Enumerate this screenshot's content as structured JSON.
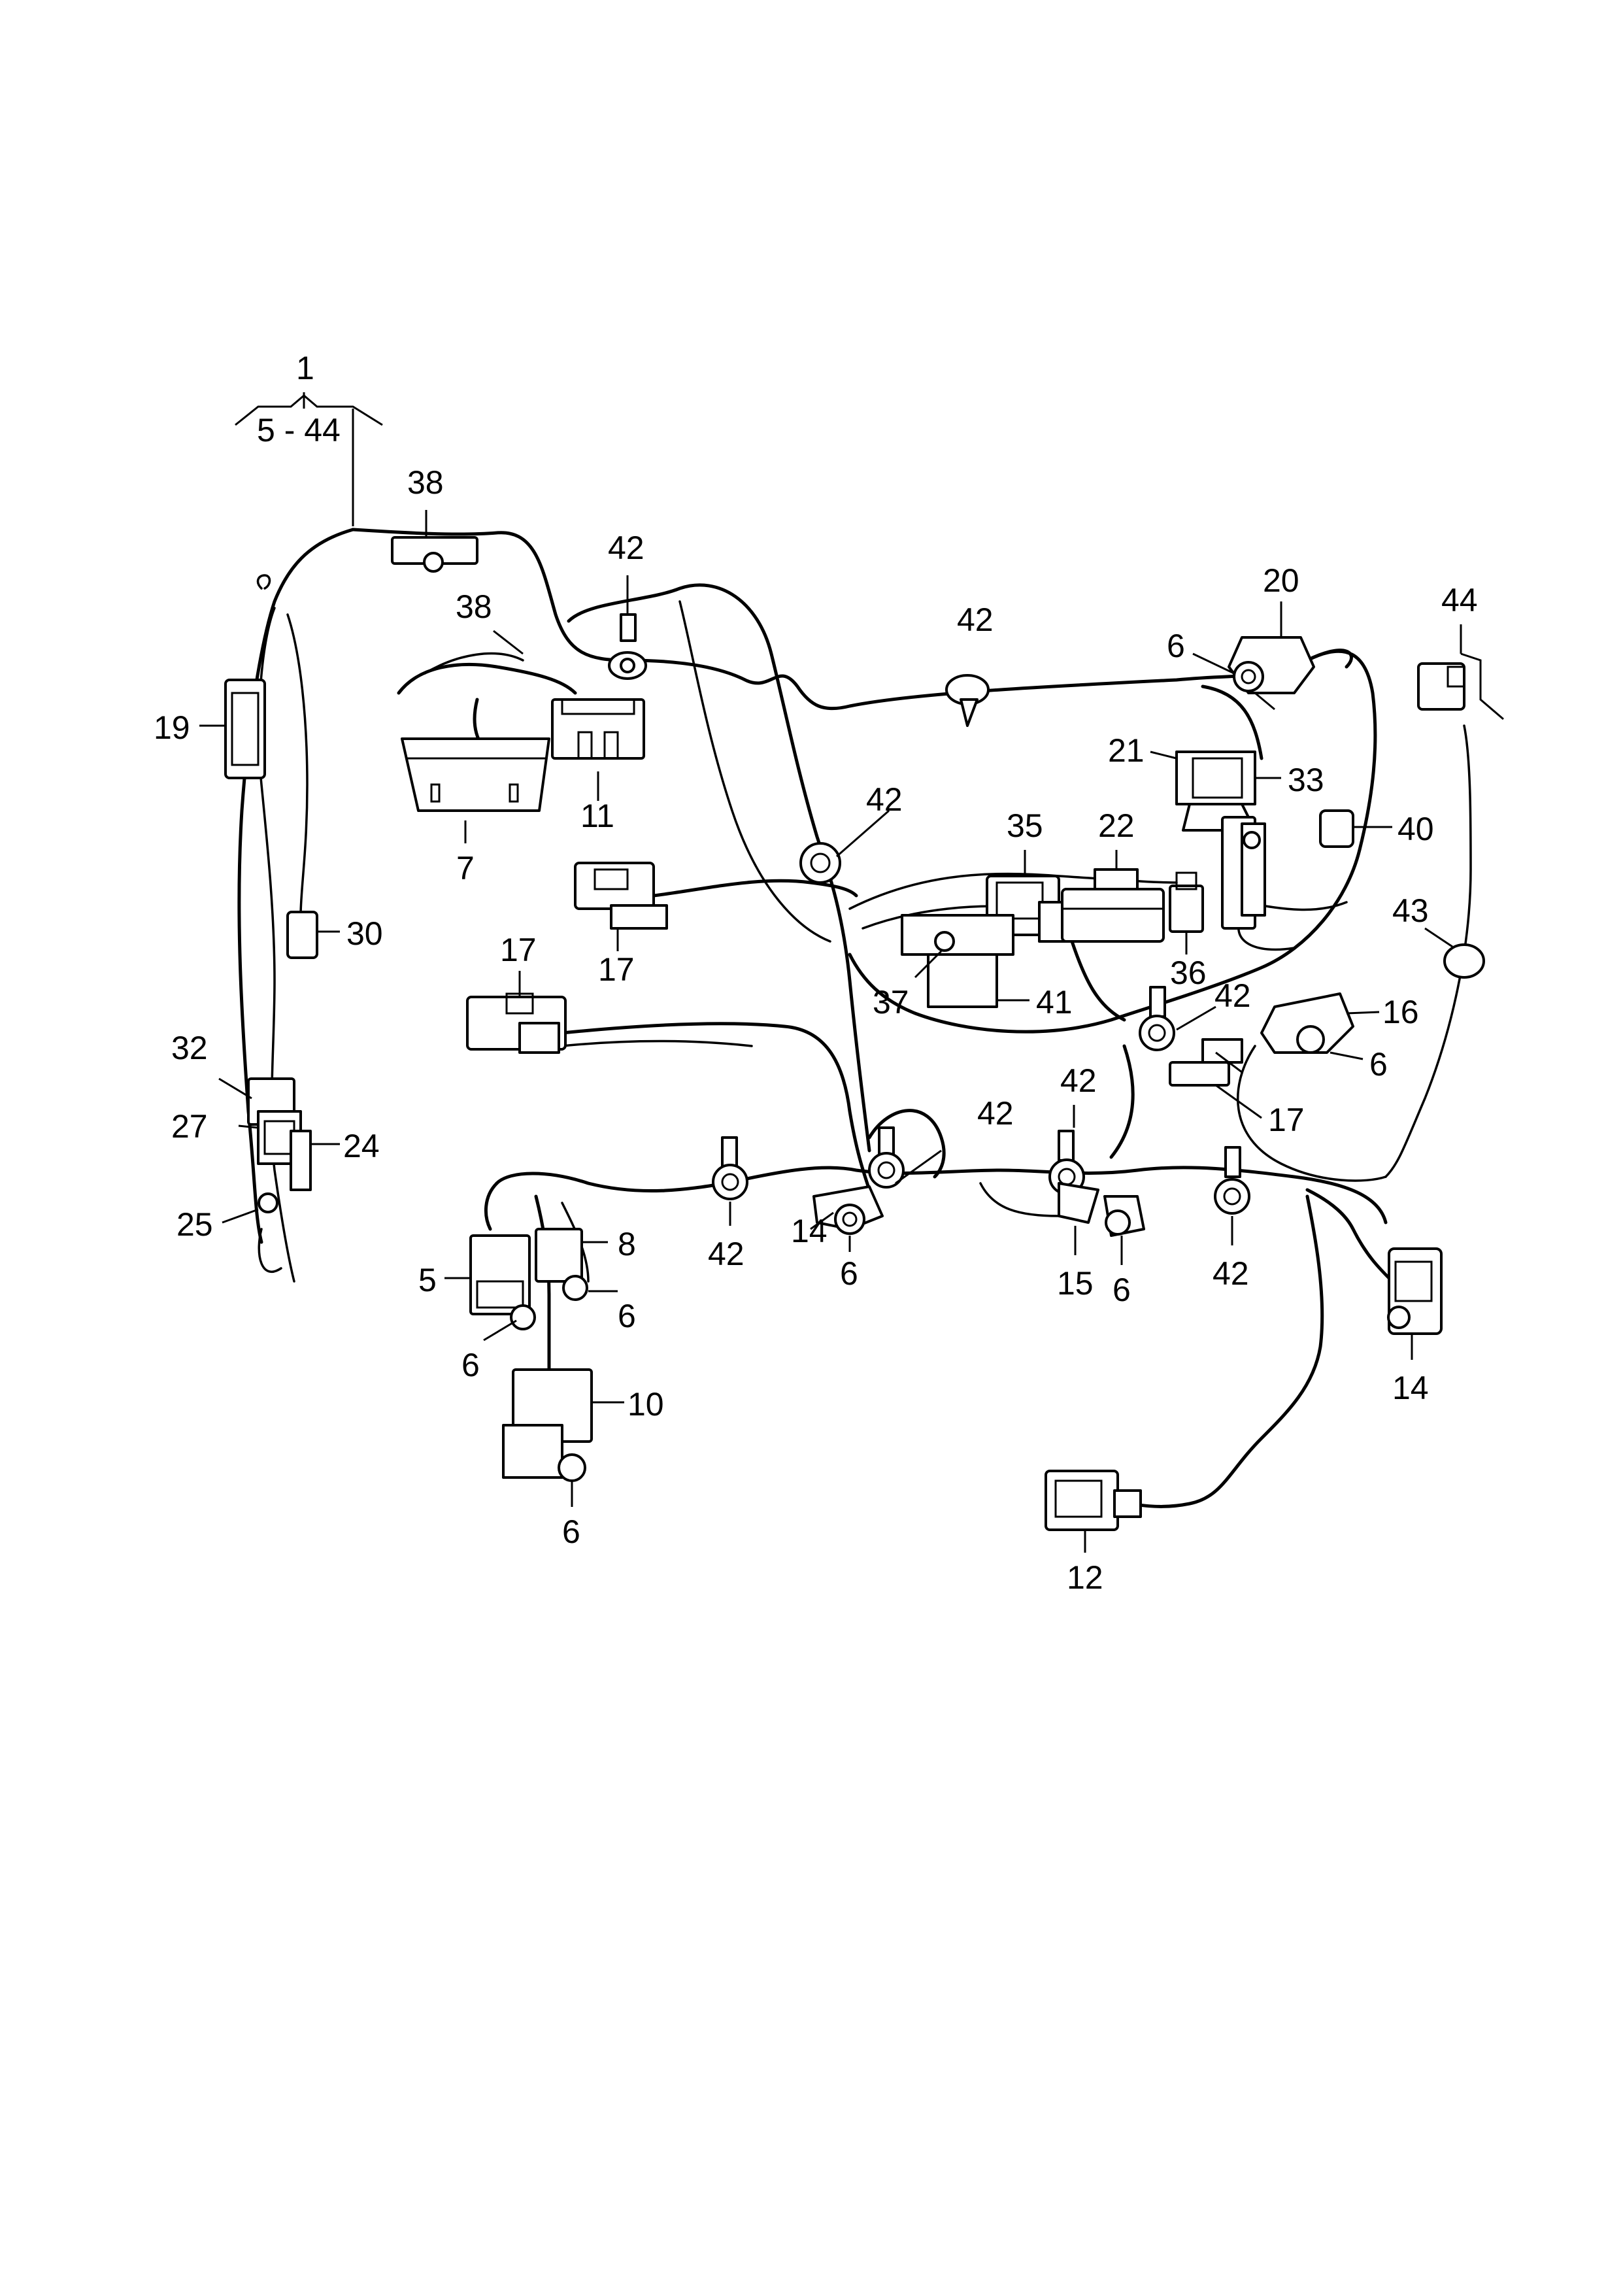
{
  "assembly": {
    "number": "1",
    "range": "5 - 44"
  },
  "callouts": [
    {
      "id": "c38a",
      "text": "38"
    },
    {
      "id": "c38b",
      "text": "38"
    },
    {
      "id": "c42a",
      "text": "42"
    },
    {
      "id": "c42b",
      "text": "42"
    },
    {
      "id": "c20",
      "text": "20"
    },
    {
      "id": "c44",
      "text": "44"
    },
    {
      "id": "c6a",
      "text": "6"
    },
    {
      "id": "c19",
      "text": "19"
    },
    {
      "id": "c11",
      "text": "11"
    },
    {
      "id": "c7",
      "text": "7"
    },
    {
      "id": "c21",
      "text": "21"
    },
    {
      "id": "c33",
      "text": "33"
    },
    {
      "id": "c40",
      "text": "40"
    },
    {
      "id": "c42c",
      "text": "42"
    },
    {
      "id": "c35",
      "text": "35"
    },
    {
      "id": "c22",
      "text": "22"
    },
    {
      "id": "c17a",
      "text": "17"
    },
    {
      "id": "c30",
      "text": "30"
    },
    {
      "id": "c43",
      "text": "43"
    },
    {
      "id": "c36",
      "text": "36"
    },
    {
      "id": "c17b",
      "text": "17"
    },
    {
      "id": "c37",
      "text": "37"
    },
    {
      "id": "c41",
      "text": "41"
    },
    {
      "id": "c42d",
      "text": "42"
    },
    {
      "id": "c16",
      "text": "16"
    },
    {
      "id": "c32",
      "text": "32"
    },
    {
      "id": "c6b",
      "text": "6"
    },
    {
      "id": "c42e",
      "text": "42"
    },
    {
      "id": "c42f",
      "text": "42"
    },
    {
      "id": "c17c",
      "text": "17"
    },
    {
      "id": "c27",
      "text": "27"
    },
    {
      "id": "c24",
      "text": "24"
    },
    {
      "id": "c25",
      "text": "25"
    },
    {
      "id": "c8",
      "text": "8"
    },
    {
      "id": "c42g",
      "text": "42"
    },
    {
      "id": "c14a",
      "text": "14"
    },
    {
      "id": "c15",
      "text": "15"
    },
    {
      "id": "c42h",
      "text": "42"
    },
    {
      "id": "c5",
      "text": "5"
    },
    {
      "id": "c6c",
      "text": "6"
    },
    {
      "id": "c6d",
      "text": "6"
    },
    {
      "id": "c6e",
      "text": "6"
    },
    {
      "id": "c6f",
      "text": "6"
    },
    {
      "id": "c14b",
      "text": "14"
    },
    {
      "id": "c10",
      "text": "10"
    },
    {
      "id": "c6g",
      "text": "6"
    },
    {
      "id": "c12",
      "text": "12"
    }
  ]
}
